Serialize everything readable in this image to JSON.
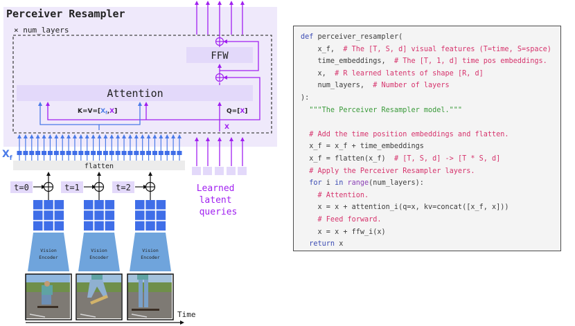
{
  "colors": {
    "panel_bg": "#efe9fb",
    "box_fill": "#e3d9fa",
    "latent_purple": "#a020f0",
    "feature_blue": "#4a7ae8",
    "encoder_blue": "#6fa4dc",
    "grid_blue": "#3f6ee8",
    "flatten_bg": "#ececec",
    "code_bg": "#f4f4f4",
    "keyword": "#3b4bb3",
    "builtin": "#8a3fb5",
    "comment": "#d6336c",
    "string": "#3a9a3a"
  },
  "diagram": {
    "title": "Perceiver Resampler",
    "repeat_label": "× num_layers",
    "ffw_label": "FFW",
    "attention_label": "Attention",
    "kv_label_prefix": "K=V=[",
    "kv_label_xf": "X",
    "kv_label_xf_sub": "f",
    "kv_label_sep": ",",
    "kv_label_x": "X",
    "kv_label_suffix": "]",
    "q_label_prefix": "Q=[",
    "q_label_x": "X",
    "q_label_suffix": "]",
    "x_label": "X",
    "xf_label": "X",
    "xf_sub": "f",
    "flatten_label": "flatten",
    "num_feature_tokens": 27,
    "num_latents": 5,
    "latent_queries_label": [
      "Learned",
      "latent",
      "queries"
    ],
    "frames": [
      {
        "time_label": "t=0",
        "encoder_label": [
          "Vision",
          "Encoder"
        ]
      },
      {
        "time_label": "t=1",
        "encoder_label": [
          "Vision",
          "Encoder"
        ]
      },
      {
        "time_label": "t=2",
        "encoder_label": [
          "Vision",
          "Encoder"
        ]
      }
    ],
    "time_axis_label": "Time"
  },
  "code": {
    "lines": [
      [
        {
          "t": "kw",
          "v": "def"
        },
        {
          "t": "tx",
          "v": " perceiver_resampler("
        }
      ],
      [
        {
          "t": "tx",
          "v": "    x_f,  "
        },
        {
          "t": "cm",
          "v": "# The [T, S, d] visual features (T=time, S=space)"
        }
      ],
      [
        {
          "t": "tx",
          "v": "    time_embeddings,  "
        },
        {
          "t": "cm",
          "v": "# The [T, 1, d] time pos embeddings."
        }
      ],
      [
        {
          "t": "tx",
          "v": "    x,  "
        },
        {
          "t": "cm",
          "v": "# R learned latents of shape [R, d]"
        }
      ],
      [
        {
          "t": "tx",
          "v": "    num_layers,  "
        },
        {
          "t": "cm",
          "v": "# Number of layers"
        }
      ],
      [
        {
          "t": "tx",
          "v": "):"
        }
      ],
      [
        {
          "t": "st",
          "v": "  \"\"\"The Perceiver Resampler model.\"\"\""
        }
      ],
      [
        {
          "t": "tx",
          "v": ""
        }
      ],
      [
        {
          "t": "cm",
          "v": "  # Add the time position embeddings and flatten."
        }
      ],
      [
        {
          "t": "tx",
          "v": "  x_f = x_f + time_embeddings"
        }
      ],
      [
        {
          "t": "tx",
          "v": "  x_f = flatten(x_f)  "
        },
        {
          "t": "cm",
          "v": "# [T, S, d] -> [T * S, d]"
        }
      ],
      [
        {
          "t": "cm",
          "v": "  # Apply the Perceiver Resampler layers."
        }
      ],
      [
        {
          "t": "kw",
          "v": "  for"
        },
        {
          "t": "tx",
          "v": " i "
        },
        {
          "t": "kw",
          "v": "in"
        },
        {
          "t": "tx",
          "v": " "
        },
        {
          "t": "fn",
          "v": "range"
        },
        {
          "t": "tx",
          "v": "(num_layers):"
        }
      ],
      [
        {
          "t": "cm",
          "v": "    # Attention."
        }
      ],
      [
        {
          "t": "tx",
          "v": "    x = x + attention_i(q=x, kv=concat([x_f, x]))"
        }
      ],
      [
        {
          "t": "cm",
          "v": "    # Feed forward."
        }
      ],
      [
        {
          "t": "tx",
          "v": "    x = x + ffw_i(x)"
        }
      ],
      [
        {
          "t": "kw",
          "v": "  return"
        },
        {
          "t": "tx",
          "v": " x"
        }
      ]
    ]
  }
}
